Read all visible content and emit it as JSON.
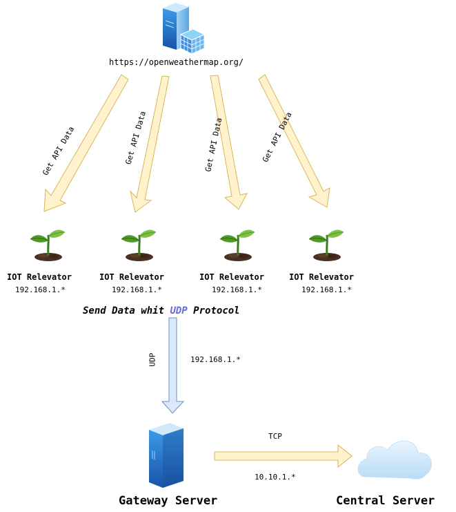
{
  "top_server": {
    "url": "https://openweathermap.org/",
    "icon": "server-grid-icon"
  },
  "api_arrows": [
    {
      "label": "Get API Data"
    },
    {
      "label": "Get API Data"
    },
    {
      "label": "Get API Data"
    },
    {
      "label": "Get API Data"
    }
  ],
  "relevators": [
    {
      "name": "IOT Relevator",
      "ip": "192.168.1.*",
      "icon": "plant-sprout-icon"
    },
    {
      "name": "IOT Relevator",
      "ip": "192.168.1.*",
      "icon": "plant-sprout-icon"
    },
    {
      "name": "IOT Relevator",
      "ip": "192.168.1.*",
      "icon": "plant-sprout-icon"
    },
    {
      "name": "IOT Relevator",
      "ip": "192.168.1.*",
      "icon": "plant-sprout-icon"
    }
  ],
  "send_data": {
    "prefix": "Send Data whit ",
    "protocol": "UDP",
    "suffix": " Protocol"
  },
  "udp_link": {
    "label": "UDP",
    "ip": "192.168.1.*"
  },
  "tcp_link": {
    "label": "TCP",
    "ip": "10.10.1.*"
  },
  "gateway": {
    "label": "Gateway Server",
    "icon": "server-tower-icon"
  },
  "central": {
    "label": "Central Server",
    "icon": "cloud-icon"
  },
  "colors": {
    "arrow_fill": "#fff2cc",
    "arrow_stroke": "#d6b656",
    "udp_arrow_fill": "#dae8fc",
    "udp_arrow_stroke": "#6c8ebf",
    "server_blue": "#1f6fc4",
    "cloud_blue": "#cfe6fa",
    "udp_text": "#6a6ad8"
  }
}
